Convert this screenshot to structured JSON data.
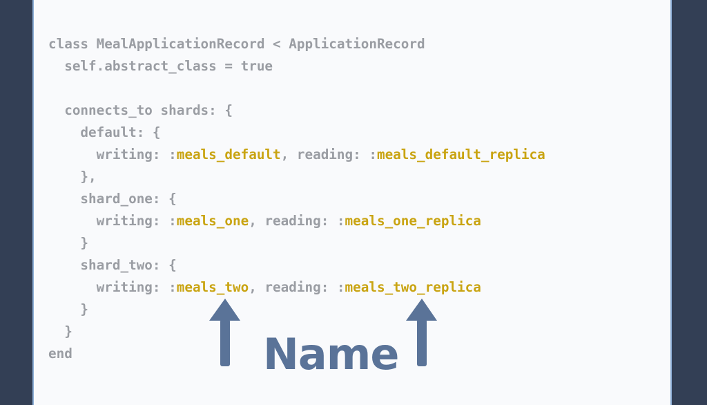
{
  "code": {
    "lines": [
      [
        {
          "t": "class MealApplicationRecord < ApplicationRecord"
        }
      ],
      [
        {
          "t": "  self.abstract_class = true"
        }
      ],
      [
        {
          "t": ""
        }
      ],
      [
        {
          "t": "  connects_to shards: {"
        }
      ],
      [
        {
          "t": "    default: {"
        }
      ],
      [
        {
          "t": "      writing: :"
        },
        {
          "t": "meals_default",
          "hl": true
        },
        {
          "t": ", reading: :"
        },
        {
          "t": "meals_default_replica",
          "hl": true
        }
      ],
      [
        {
          "t": "    },"
        }
      ],
      [
        {
          "t": "    shard_one: {"
        }
      ],
      [
        {
          "t": "      writing: :"
        },
        {
          "t": "meals_one",
          "hl": true
        },
        {
          "t": ", reading: :"
        },
        {
          "t": "meals_one_replica",
          "hl": true
        }
      ],
      [
        {
          "t": "    }"
        }
      ],
      [
        {
          "t": "    shard_two: {"
        }
      ],
      [
        {
          "t": "      writing: :"
        },
        {
          "t": "meals_two",
          "hl": true
        },
        {
          "t": ", reading: :"
        },
        {
          "t": "meals_two_replica",
          "hl": true
        }
      ],
      [
        {
          "t": "    }"
        }
      ],
      [
        {
          "t": "  }"
        }
      ],
      [
        {
          "t": "end"
        }
      ]
    ]
  },
  "annotation": {
    "label": "Name",
    "arrows": [
      "up-arrow-icon",
      "up-arrow-icon"
    ]
  },
  "colors": {
    "background": "#333f55",
    "panel": "#f9fafc",
    "panel_border": "#8fb0d8",
    "code_text": "#9a9da3",
    "highlight": "#c9a412",
    "annotation": "#5a7398"
  }
}
